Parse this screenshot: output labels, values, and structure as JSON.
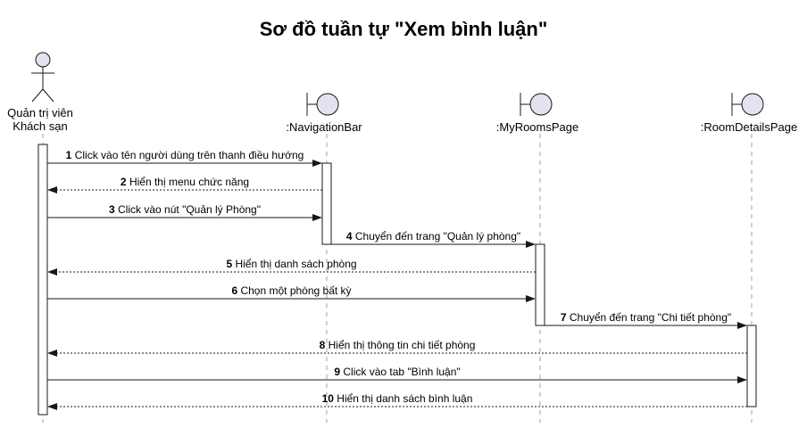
{
  "title": "Sơ đồ tuần tự \"Xem bình luận\"",
  "participants": [
    {
      "kind": "actor",
      "label_lines": [
        "Quản trị viên",
        "Khách sạn"
      ]
    },
    {
      "kind": "boundary",
      "label_lines": [
        ":NavigationBar"
      ]
    },
    {
      "kind": "boundary",
      "label_lines": [
        ":MyRoomsPage"
      ]
    },
    {
      "kind": "boundary",
      "label_lines": [
        ":RoomDetailsPage"
      ]
    }
  ],
  "messages": [
    {
      "num": "1",
      "text": "Click vào tên người dùng trên thanh điều hướng",
      "from": 0,
      "to": 1,
      "dashed": false
    },
    {
      "num": "2",
      "text": "Hiển thị menu chức năng",
      "from": 1,
      "to": 0,
      "dashed": true
    },
    {
      "num": "3",
      "text": "Click vào nút \"Quản lý Phòng\"",
      "from": 0,
      "to": 1,
      "dashed": false
    },
    {
      "num": "4",
      "text": "Chuyển đến trang \"Quản lý phòng\"",
      "from": 1,
      "to": 2,
      "dashed": false
    },
    {
      "num": "5",
      "text": "Hiển thị danh sách phòng",
      "from": 2,
      "to": 0,
      "dashed": true
    },
    {
      "num": "6",
      "text": "Chọn một phòng bất kỳ",
      "from": 0,
      "to": 2,
      "dashed": false
    },
    {
      "num": "7",
      "text": "Chuyển đến trang \"Chi tiết phòng\"",
      "from": 2,
      "to": 3,
      "dashed": false
    },
    {
      "num": "8",
      "text": "Hiển thị thông tin chi tiết phòng",
      "from": 3,
      "to": 0,
      "dashed": true
    },
    {
      "num": "9",
      "text": "Click vào tab \"Bình luận\"",
      "from": 0,
      "to": 3,
      "dashed": false
    },
    {
      "num": "10",
      "text": "Hiển thị danh sách bình luận",
      "from": 3,
      "to": 0,
      "dashed": true
    }
  ],
  "colors": {
    "participant_fill": "#e2e2f0",
    "stroke": "#181818",
    "lifeline": "#a0a0a0"
  }
}
